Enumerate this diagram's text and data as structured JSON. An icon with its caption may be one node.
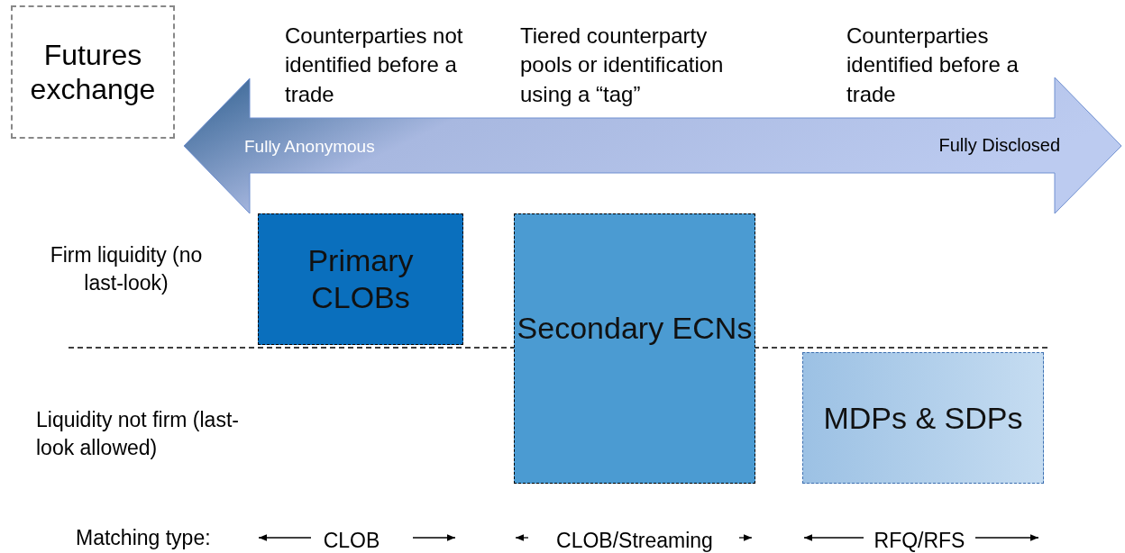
{
  "diagram": {
    "nodes": [
      {
        "text": [
          "Futures exchange"
        ]
      },
      {
        "text": [
          "Primary CLOBs"
        ]
      },
      {
        "text": [
          "Secondary ECNs"
        ]
      },
      {
        "text": [
          "MDPs & SDPs"
        ]
      }
    ],
    "labels": [
      "Counterparties not identified before a trade",
      "Tiered counterparty pools or identification using a “tag”",
      "Counterparties identified before a trade",
      "Fully Anonymous",
      "Fully Disclosed",
      "Firm liquidity (no last-look)",
      "Liquidity not firm (last-look allowed)",
      "Matching type:",
      "CLOB",
      "CLOB/Streaming",
      "RFQ/RFS"
    ]
  }
}
